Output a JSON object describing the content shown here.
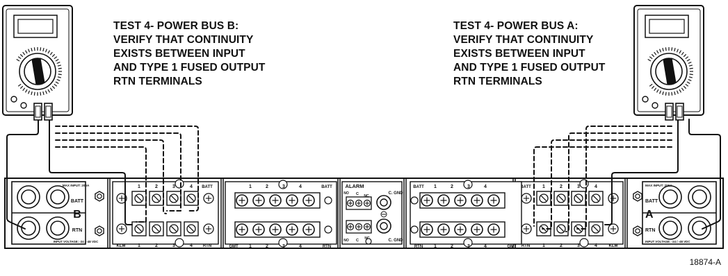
{
  "captions": {
    "bus_b": [
      "TEST 4- POWER BUS B:",
      "VERIFY THAT CONTINUITY",
      "EXISTS BETWEEN INPUT",
      "AND TYPE 1 FUSED OUTPUT",
      "RTN TERMINALS"
    ],
    "bus_a": [
      "TEST 4- POWER BUS A:",
      "VERIFY THAT CONTINUITY",
      "EXISTS BETWEEN INPUT",
      "AND TYPE 1 FUSED OUTPUT",
      "RTN TERMINALS"
    ]
  },
  "figure_number": "18874-A",
  "panel": {
    "max_input_b": "MAX INPUT: 200A",
    "max_input_a": "MAX INPUT: 200A",
    "input_voltage": "INPUT VOLTAGE: -24 / -48 VDC",
    "batt": "BATT",
    "rtn": "RTN",
    "klm": "KLM",
    "gmt": "GMT",
    "bus_b": "B",
    "bus_a": "A",
    "alarm": "ALARM",
    "no": "NO",
    "c": "C",
    "nc": "NC",
    "gnd": "C. GND",
    "positions": [
      "1",
      "2",
      "3",
      "4"
    ]
  }
}
